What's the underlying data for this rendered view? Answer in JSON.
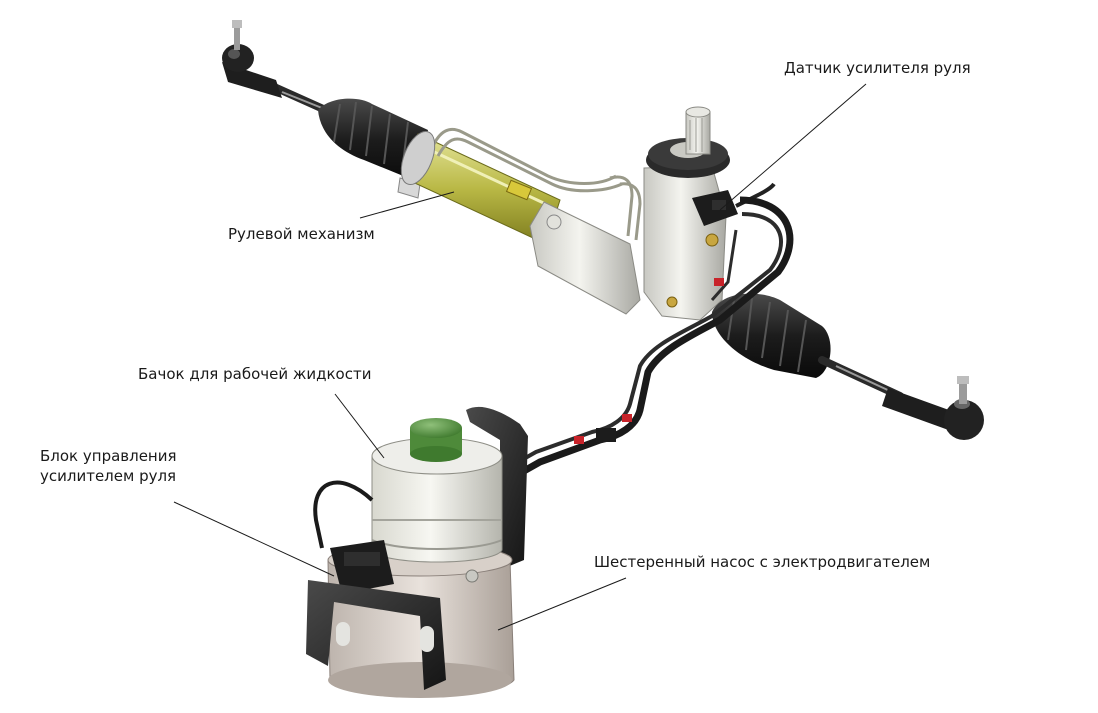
{
  "labels": {
    "sensor": "Датчик усилителя руля",
    "rack": "Рулевой механизм",
    "tank": "Бачок для рабочей жидкости",
    "ecu_line1": "Блок управления",
    "ecu_line2": "усилителем руля",
    "pump": "Шестеренный насос с электродвигателем"
  }
}
